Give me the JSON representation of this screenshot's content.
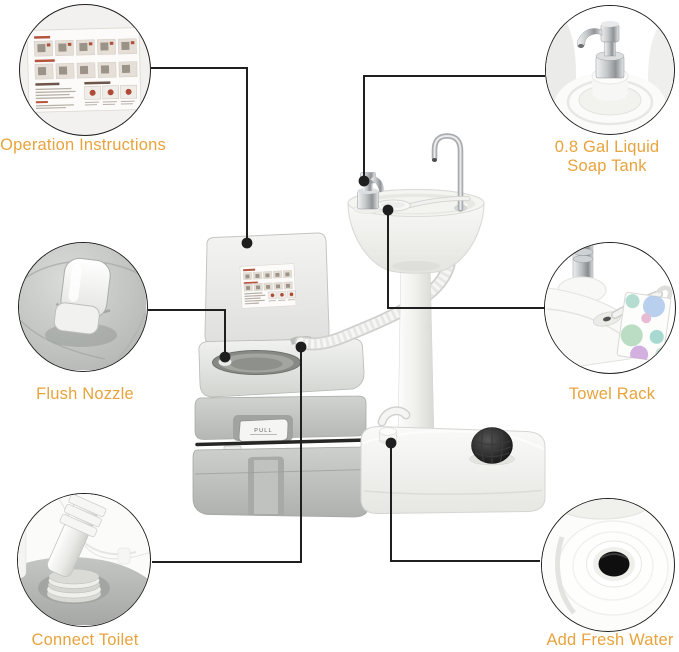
{
  "page": {
    "type": "product-feature-diagram",
    "background": "#ffffff"
  },
  "style": {
    "accent_text_color": "#e8a33c",
    "callout_line_color": "#1f1f1f",
    "circle_border_color": "#1f1f1f",
    "product_gray": "#c6c9c5",
    "product_white": "#f7f7f5",
    "knob_black": "#1c1c1c",
    "towel_dot_colors": [
      "#a5c3e8",
      "#c79ad8",
      "#9fd3c3",
      "#a8d4b4",
      "#e0a8c8"
    ]
  },
  "callouts": [
    {
      "id": "operation-instructions",
      "position": "top-left",
      "thumbnail": "instruction-sheet",
      "lines": [
        "Operation Instructions"
      ]
    },
    {
      "id": "soap-tank",
      "position": "top-right",
      "thumbnail": "soap-dispenser-pump",
      "lines": [
        "0.8 Gal Liquid",
        "Soap Tank"
      ]
    },
    {
      "id": "flush-nozzle",
      "position": "middle-left",
      "thumbnail": "flush-nozzle",
      "lines": [
        "Flush Nozzle"
      ]
    },
    {
      "id": "towel-rack",
      "position": "middle-right",
      "thumbnail": "towel-on-rack",
      "lines": [
        "Towel Rack"
      ]
    },
    {
      "id": "connect-toilet",
      "position": "bottom-left",
      "thumbnail": "hose-connector",
      "lines": [
        "Connect Toilet"
      ]
    },
    {
      "id": "add-fresh-water",
      "position": "bottom-right",
      "thumbnail": "water-inlet-hole",
      "lines": [
        "Add Fresh Water"
      ]
    }
  ],
  "product": {
    "toilet": {
      "flush_tab_label": "PULL"
    },
    "sink": {
      "parts": [
        "gooseneck-faucet",
        "soap-pump",
        "basin",
        "pedestal",
        "drain-hose",
        "water-tank-base",
        "foot-pump-knob",
        "fresh-water-cap"
      ]
    }
  }
}
